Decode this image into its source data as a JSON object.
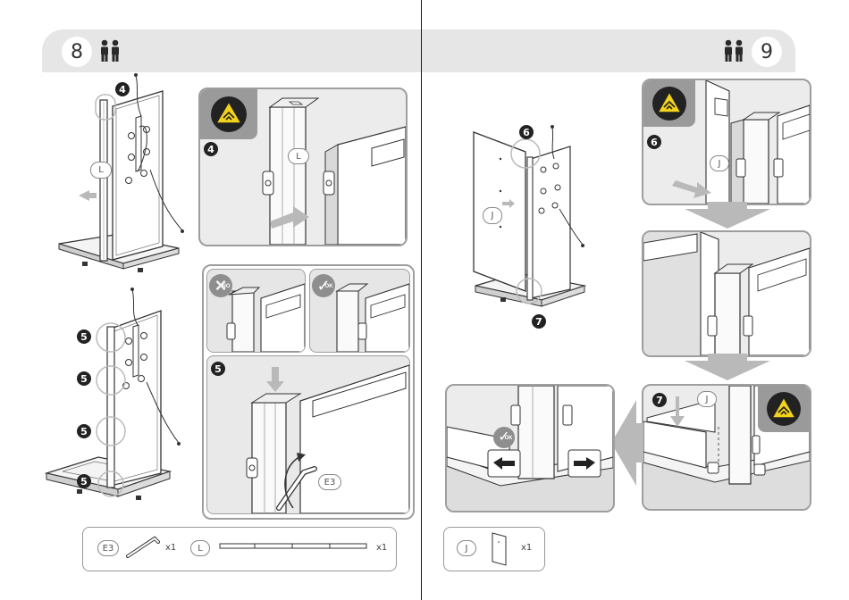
{
  "left_page": {
    "step_number": "8",
    "callouts": {
      "step4_main": "4",
      "step4_detail": "4",
      "step5_a": "5",
      "step5_b": "5",
      "step5_c": "5",
      "step5_d": "5",
      "step5_detail": "5"
    },
    "part_labels": {
      "main_profile": "L",
      "detail_profile": "L",
      "hex_key": "E3"
    },
    "status_badges": {
      "wrong": "NO",
      "right": "OK"
    },
    "parts_list": [
      {
        "label": "E3",
        "icon": "hex-key-icon",
        "qty": "x1"
      },
      {
        "label": "L",
        "icon": "profile-bar-icon",
        "qty": "x1"
      }
    ]
  },
  "right_page": {
    "step_number": "9",
    "callouts": {
      "step6_main": "6",
      "step6_detail": "6",
      "step7_main": "7",
      "step7_detail": "7"
    },
    "part_labels": {
      "main_panel": "J",
      "detail_panel": "J",
      "step7_panel": "J"
    },
    "status_badges": {
      "check": "OK"
    },
    "parts_list": [
      {
        "label": "J",
        "icon": "glass-panel-icon",
        "qty": "x1"
      }
    ]
  },
  "icons": {
    "header_people": "two-people-icon",
    "warning": "pinch-hazard-warning-icon"
  },
  "colors": {
    "header_band": "#e6e6e6",
    "panel_bg": "#ececec",
    "warning_yellow": "#f2d21b",
    "arrow_gray": "#b9b9b9"
  }
}
